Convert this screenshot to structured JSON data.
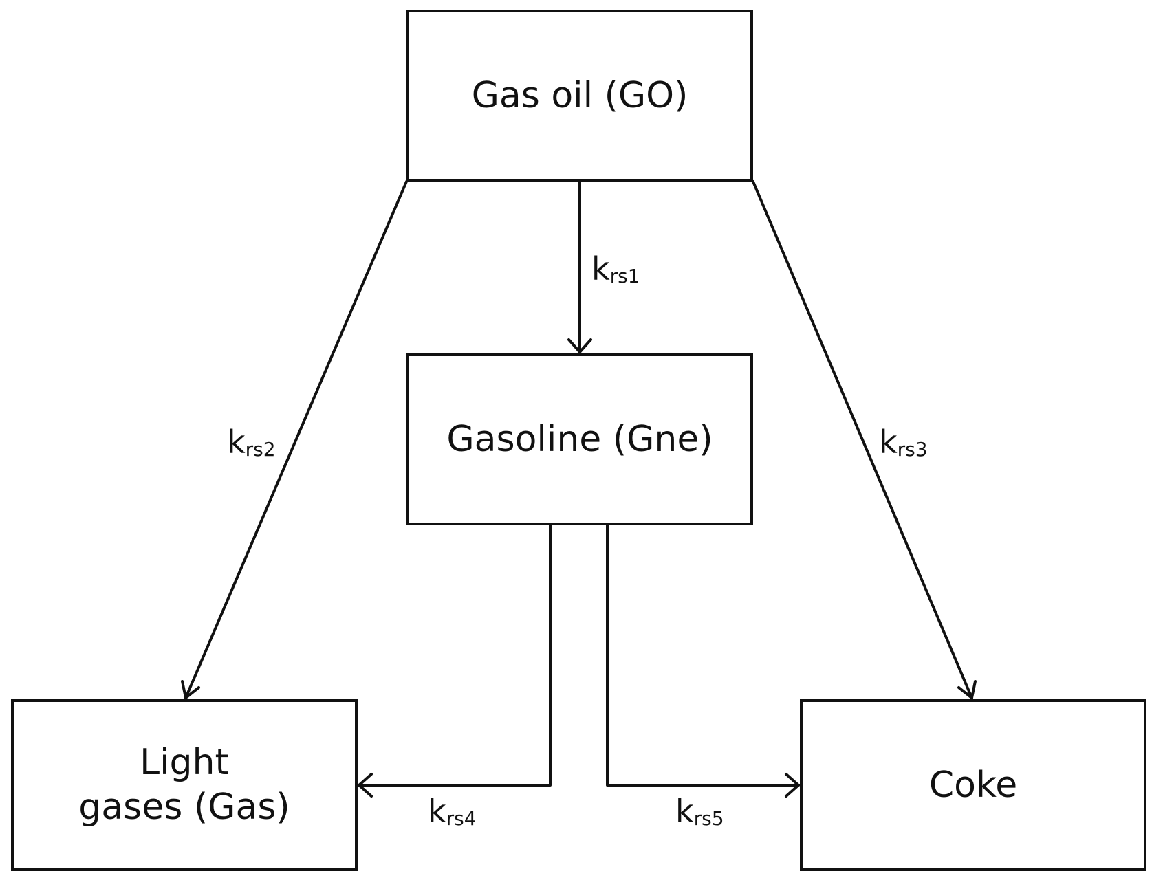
{
  "nodes": {
    "gas_oil": "Gas oil (GO)",
    "gasoline": "Gasoline (Gne)",
    "light_gases_line1": "Light",
    "light_gases_line2": "gases (Gas)",
    "coke": "Coke"
  },
  "edges": {
    "krs1": {
      "base": "k",
      "sub": "rs1",
      "from": "Gas oil (GO)",
      "to": "Gasoline (Gne)"
    },
    "krs2": {
      "base": "k",
      "sub": "rs2",
      "from": "Gas oil (GO)",
      "to": "Light gases (Gas)"
    },
    "krs3": {
      "base": "k",
      "sub": "rs3",
      "from": "Gas oil (GO)",
      "to": "Coke"
    },
    "krs4": {
      "base": "k",
      "sub": "rs4",
      "from": "Gasoline (Gne)",
      "to": "Light gases (Gas)"
    },
    "krs5": {
      "base": "k",
      "sub": "rs5",
      "from": "Gasoline (Gne)",
      "to": "Coke"
    }
  }
}
